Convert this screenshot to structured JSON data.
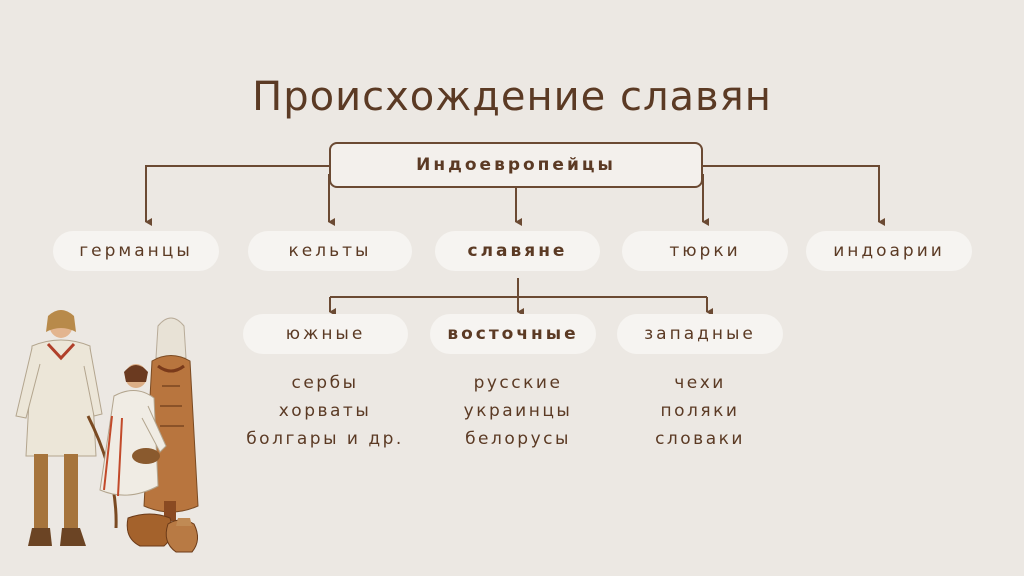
{
  "title": "Происхождение славян",
  "root": "Индоевропейцы",
  "groups": [
    "германцы",
    "кельты",
    "славяне",
    "тюрки",
    "индоарии"
  ],
  "branches": [
    {
      "label": "южные",
      "members": [
        "сербы",
        "хорваты",
        "болгары и др."
      ]
    },
    {
      "label": "восточные",
      "members": [
        "русские",
        "украинцы",
        "белорусы"
      ]
    },
    {
      "label": "западные",
      "members": [
        "чехи",
        "поляки",
        "словаки"
      ]
    }
  ],
  "colors": {
    "background": "#ece8e3",
    "text": "#5b3a24",
    "lines": "#6b4a33",
    "pill": "#f6f4f1"
  }
}
